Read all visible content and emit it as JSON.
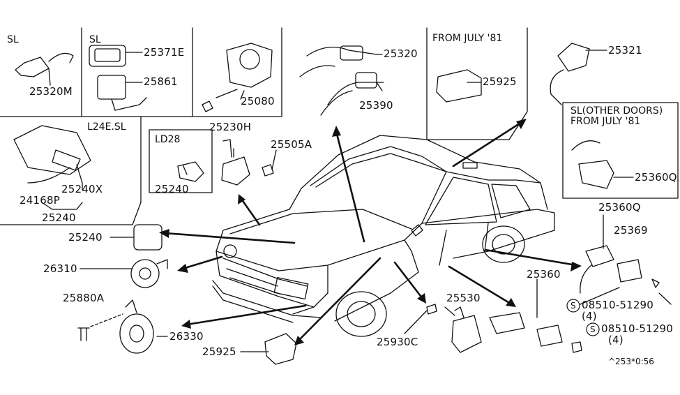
{
  "section_headers": {
    "sl_left": "SL",
    "sl_mid": "SL",
    "from_july": "FROM JULY '81",
    "sl_other_doors": "SL(OTHER DOORS)",
    "sl_other_doors_date": "FROM JULY '81",
    "engine_variant": "L24E.SL",
    "ld28": "LD28"
  },
  "part_numbers": {
    "p25320M": "25320M",
    "p25371E": "25371E",
    "p25861": "25861",
    "p25080": "25080",
    "p25320": "25320",
    "p25390": "25390",
    "p25925_top": "25925",
    "p25321": "25321",
    "p25360Q_box": "25360Q",
    "p25240X": "25240X",
    "p24168P": "24168P",
    "p25240_left": "25240",
    "p25230H": "25230H",
    "p25505A": "25505A",
    "p25240_ld28": "25240",
    "p25360Q": "25360Q",
    "p25369": "25369",
    "p25240_mid": "25240",
    "p26310": "26310",
    "p25880A": "25880A",
    "p26330": "26330",
    "p25925_bottom": "25925",
    "p25530": "25530",
    "p25930C": "25930C",
    "p25360": "25360",
    "bolt1": "08510-51290",
    "bolt1_qty": "(4)",
    "bolt2": "08510-51290",
    "bolt2_qty": "(4)",
    "s_mark": "S"
  },
  "footer_code": "^253*0:56"
}
